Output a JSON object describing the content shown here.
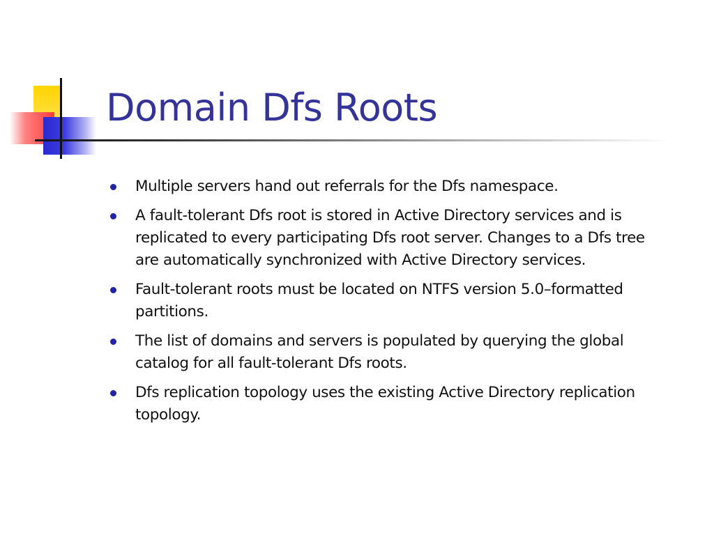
{
  "slide": {
    "title": "Domain Dfs Roots",
    "bullets": [
      "Multiple servers hand out referrals for the Dfs namespace.",
      "A fault-tolerant Dfs root is stored in Active Directory services and is replicated to every participating Dfs root server. Changes to a Dfs tree are automatically synchronized with Active Directory services.",
      "Fault-tolerant roots must be located on NTFS version 5.0–formatted partitions.",
      "The list of domains and servers is populated by querying the global catalog for all fault-tolerant Dfs roots.",
      "Dfs replication topology uses the existing Active Directory replication topology."
    ]
  },
  "colors": {
    "title": "#333399",
    "bullet_dot": "#2323a8",
    "text": "#111111",
    "logo_yellow": "#ffd400",
    "logo_red": "#ff3a3a",
    "logo_blue": "#2a2ad0"
  }
}
